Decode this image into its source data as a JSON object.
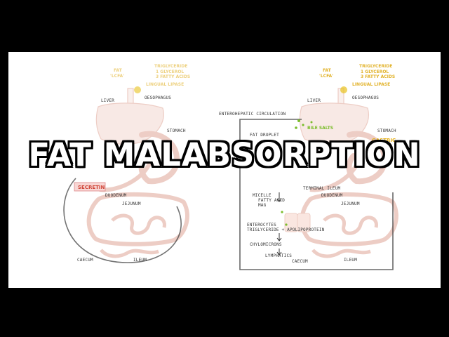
{
  "title": "FAT MALABSORPTION",
  "left": {
    "fat": "FAT",
    "lcfa": "'LCFA'",
    "triglyceride": "TRIGLYCERIDE",
    "glycerol": "1 GLYCEROL",
    "fatty_acids": "3 FATTY ACIDS",
    "lingual_lipase": "LINGUAL LIPASE",
    "liver": "LIVER",
    "oesophagus": "OESOPHAGUS",
    "stomach": "STOMACH",
    "secretin": "SECRETIN",
    "duodenum": "DUODENUM",
    "jejunum": "JEJUNUM",
    "caecum": "CAECUM",
    "ileum": "ILEUM"
  },
  "right": {
    "fat": "FAT",
    "lcfa": "'LCFA'",
    "triglyceride": "TRIGLYCERIDE",
    "glycerol": "1 GLYCEROL",
    "fatty_acids": "3 FATTY ACIDS",
    "lingual_lipase": "LINGUAL LIPASE",
    "liver": "LIVER",
    "oesophagus": "OESOPHAGUS",
    "enterohepatic": "ENTEROHEPATIC CIRCULATION",
    "bile_salts": "BILE SALTS",
    "stomach": "STOMACH",
    "gastric": "GASTRIC",
    "fat_droplet": "FAT DROPLET",
    "micelle": "MICELLE",
    "fatty_acid": "FATTY ACID",
    "mag": "MAG",
    "terminal_ileum": "TERMINAL ILEUM",
    "duodenum": "DUODENUM",
    "jejunum": "JEJUNUM",
    "enterocytes": "ENTEROCYTES",
    "enterocytes_sub": "TRIGLYCERIDE + APOLIPOPROTEIN",
    "chylomicrons": "CHYLOMICRONS",
    "lymphatics": "LYMPHATICS",
    "caecum": "CAECUM",
    "ileum": "ILEUM"
  },
  "colors": {
    "organ": "#e9b3a6",
    "liver_fill": "#f7e4df",
    "fat_yellow": "#e8c21c",
    "bile_green": "#7bbd2c",
    "secretin_fill": "#f8d6d4",
    "secretin_text": "#d0473a"
  }
}
